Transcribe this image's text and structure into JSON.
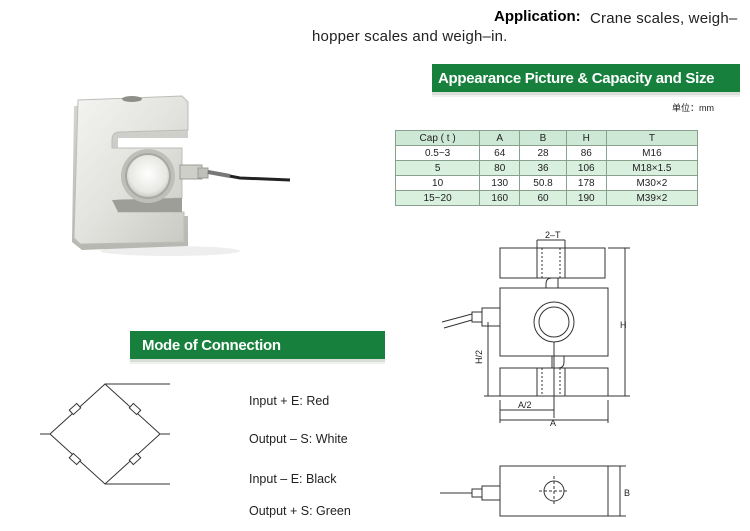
{
  "application": {
    "label": "Application:",
    "line1": "Crane scales, weigh–",
    "line2": "hopper scales and weigh–in."
  },
  "banners": {
    "appearance": "Appearance Picture  & Capacity and Size",
    "connection": "Mode of Connection"
  },
  "unit_text": "单位：mm",
  "table": {
    "headers": [
      "Cap ( t )",
      "A",
      "B",
      "H",
      "T"
    ],
    "rows": [
      [
        "0.5~3",
        "64",
        "28",
        "86",
        "M16"
      ],
      [
        "5",
        "80",
        "36",
        "106",
        "M18×1.5"
      ],
      [
        "10",
        "130",
        "50.8",
        "178",
        "M30×2"
      ],
      [
        "15~20",
        "160",
        "60",
        "190",
        "M39×2"
      ]
    ]
  },
  "connections": [
    "Input + E: Red",
    "Output – S: White",
    "Input – E: Black",
    "Output + S: Green"
  ],
  "drawing_labels": {
    "thread": "2–T",
    "height": "H",
    "half_height": "H/2",
    "half_width": "A/2",
    "width": "A",
    "depth": "B"
  },
  "colors": {
    "banner_green": "#16803c",
    "table_header_bg": "#cde8d5",
    "table_alt_bg": "#d9f0df"
  }
}
